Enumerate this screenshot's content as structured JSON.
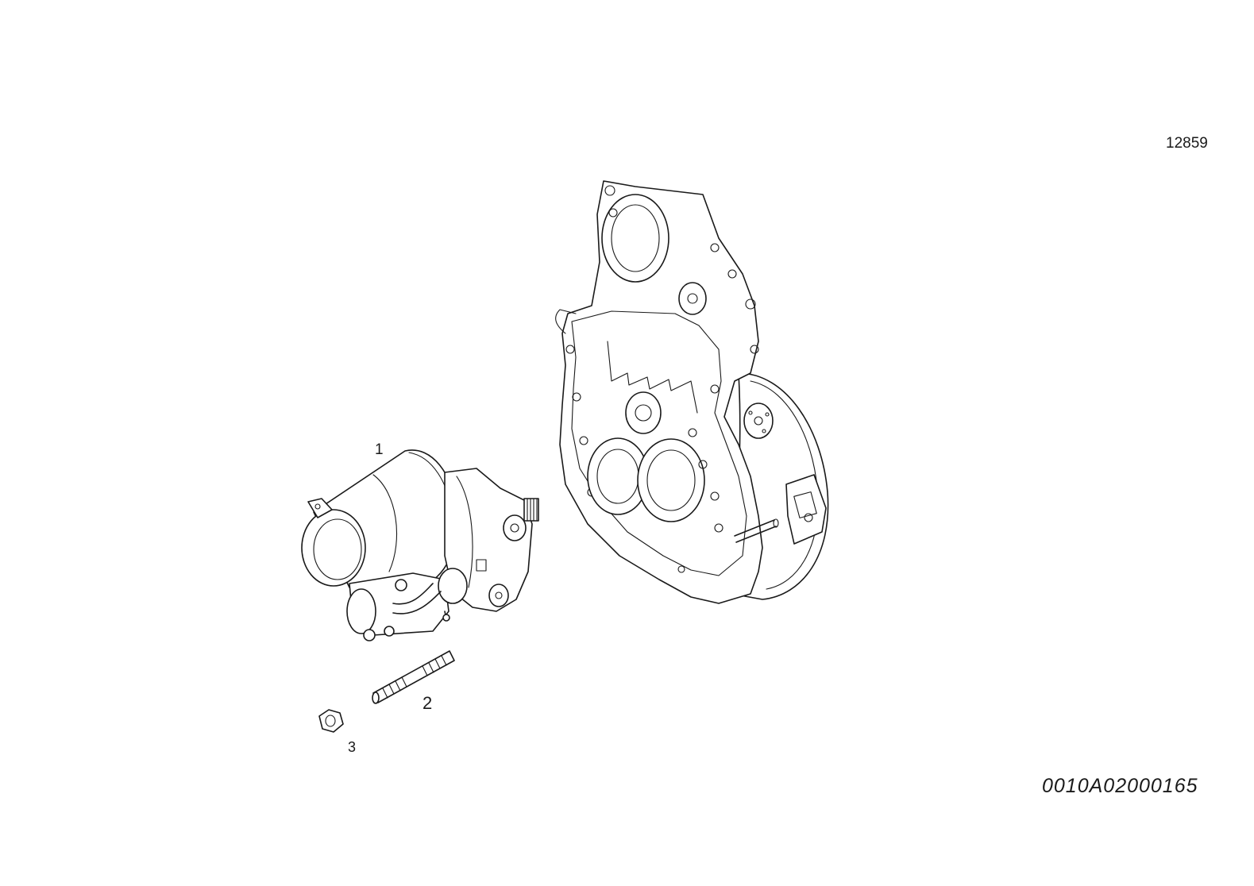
{
  "reference_number": "12859",
  "document_code": "0010A02000165",
  "callouts": [
    {
      "label": "1",
      "part": "starter motor"
    },
    {
      "label": "2",
      "part": "stud"
    },
    {
      "label": "3",
      "part": "nut"
    }
  ],
  "colors": {
    "line": "#1a1a1a",
    "background": "#ffffff"
  }
}
